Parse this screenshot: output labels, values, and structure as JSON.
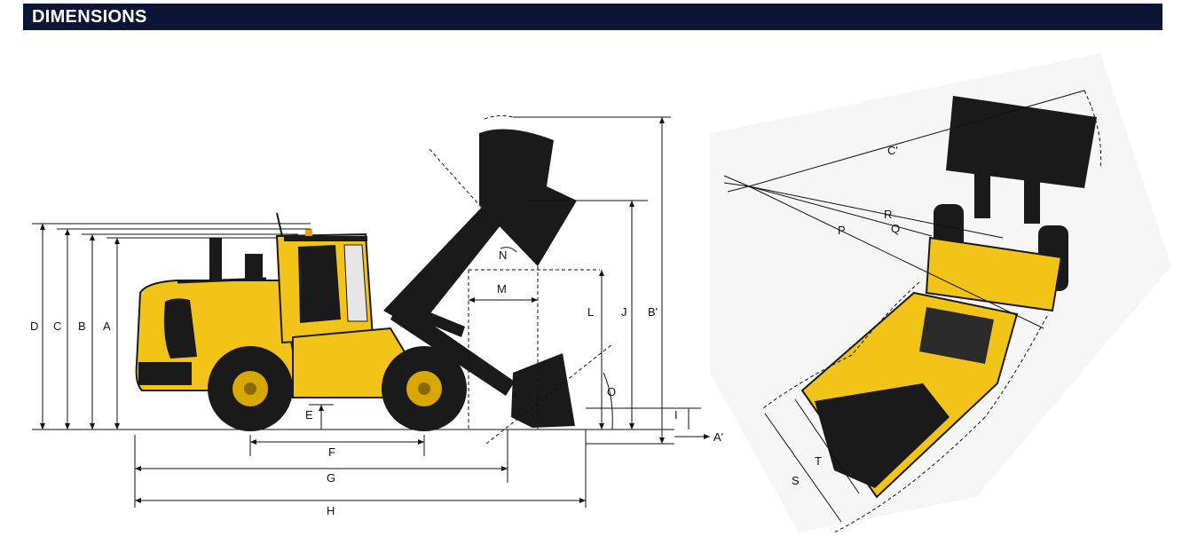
{
  "header": {
    "title": "DIMENSIONS"
  },
  "colors": {
    "header_bg": "#0b1535",
    "machine_yellow": "#f2c418",
    "machine_dark": "#1a1a1a"
  },
  "labels": {
    "A": "A",
    "B": "B",
    "C": "C",
    "D": "D",
    "E": "E",
    "F": "F",
    "G": "G",
    "H": "H",
    "I": "I",
    "J": "J",
    "L": "L",
    "M": "M",
    "N": "N",
    "O": "O",
    "A_prime": "A'",
    "B_prime": "B'",
    "C_prime": "C'",
    "P": "P",
    "Q": "Q",
    "R": "R",
    "S": "S",
    "T": "T"
  }
}
